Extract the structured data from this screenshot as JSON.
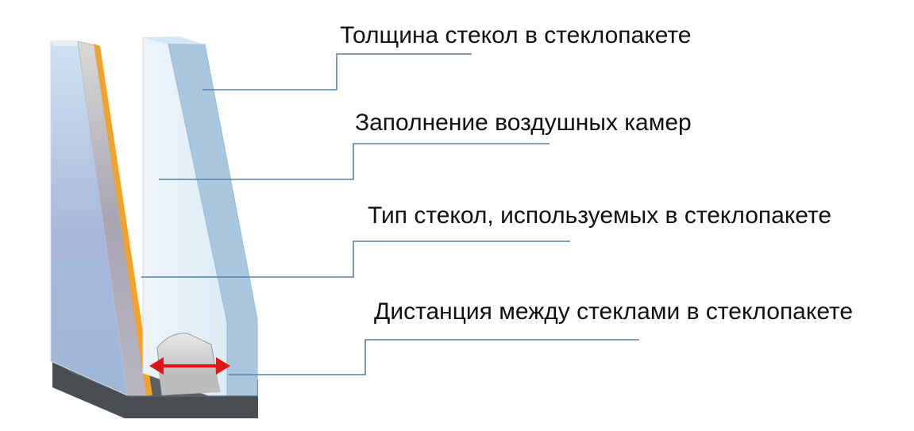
{
  "labels": [
    "Толщина стекол в стеклопакете",
    "Заполнение воздушных камер",
    "Тип стекол, используемых в стеклопакете",
    "Дистанция между стеклами в стеклопакете"
  ],
  "colors": {
    "leader_line": "#5b7fa6",
    "glass_front": "#b9d4e8",
    "glass_edge": "#8fb3cf",
    "laminate_film": "#f2a12c",
    "spacer": "#c8c8c8",
    "frame_base": "#4a4d52",
    "dimension_arrow": "#e01515"
  }
}
